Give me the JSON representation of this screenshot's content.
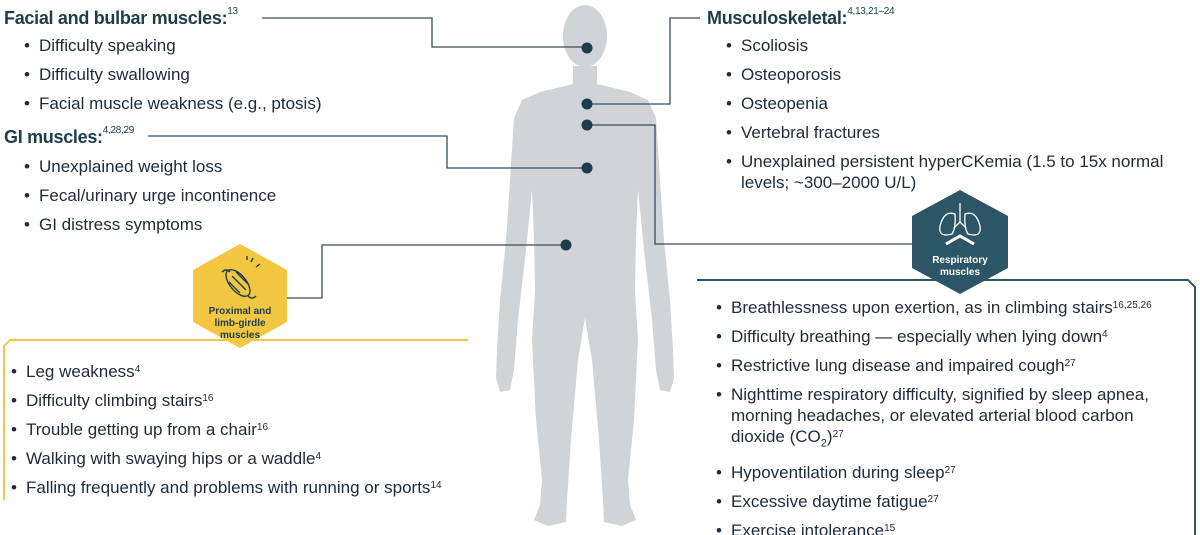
{
  "colors": {
    "heading": "#1d3d4c",
    "body": "#d1d4d7",
    "line": "#3a4a5a",
    "yellow": "#f4c742",
    "teal": "#2c5566"
  },
  "facial": {
    "title": "Facial and bulbar muscles:",
    "sup": "13",
    "items": [
      {
        "text": "Difficulty speaking"
      },
      {
        "text": "Difficulty swallowing"
      },
      {
        "text": "Facial muscle weakness (e.g., ptosis)"
      }
    ]
  },
  "gi": {
    "title": "GI muscles:",
    "sup": "4,28,29",
    "items": [
      {
        "text": "Unexplained weight loss"
      },
      {
        "text": "Fecal/urinary urge incontinence"
      },
      {
        "text": "GI distress symptoms"
      }
    ]
  },
  "musculoskeletal": {
    "title": "Musculoskeletal:",
    "sup": "4,13,21–24",
    "items": [
      {
        "text": "Scoliosis"
      },
      {
        "text": "Osteoporosis"
      },
      {
        "text": "Osteopenia"
      },
      {
        "text": "Vertebral fractures"
      },
      {
        "text": "Unexplained persistent hyperCKemia (1.5 to 15x normal levels; ~300–2000 U/L)"
      }
    ]
  },
  "proximal": {
    "badge_line1": "Proximal and",
    "badge_line2": "limb-girdle",
    "badge_line3": "muscles",
    "icon": "muscle-icon",
    "items": [
      {
        "text": "Leg weakness",
        "sup": "4"
      },
      {
        "text": "Difficulty climbing stairs",
        "sup": "16"
      },
      {
        "text": "Trouble getting up from a chair",
        "sup": "16"
      },
      {
        "text": "Walking with swaying hips or a waddle",
        "sup": "4"
      },
      {
        "text": "Falling frequently and problems with running or sports",
        "sup": "14"
      }
    ]
  },
  "respiratory": {
    "badge_line1": "Respiratory",
    "badge_line2": "muscles",
    "icon": "lungs-icon",
    "items": [
      {
        "text": "Breathlessness upon exertion, as in climbing stairs",
        "sup": "16,25,26"
      },
      {
        "text": "Difficulty breathing — especially when lying down",
        "sup": "4"
      },
      {
        "text": "Restrictive lung disease and impaired cough",
        "sup": "27"
      },
      {
        "text": "Nighttime respiratory difficulty, signified by sleep apnea, morning headaches, or elevated arterial blood carbon dioxide (CO",
        "sub": "2",
        "after": ")",
        "sup": "27"
      },
      {
        "text": "Hypoventilation during sleep",
        "sup": "27"
      },
      {
        "text": "Excessive daytime fatigue",
        "sup": "27"
      },
      {
        "text": "Exercise intolerance",
        "sup": "15"
      }
    ]
  }
}
